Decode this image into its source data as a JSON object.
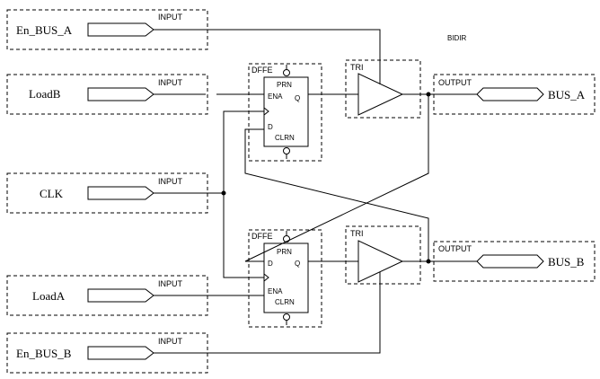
{
  "title": "BIDIR",
  "inputs": {
    "type_label": "INPUT",
    "en_bus_a": "En_BUS_A",
    "loadb": "LoadB",
    "clk": "CLK",
    "loada": "LoadA",
    "en_bus_b": "En_BUS_B"
  },
  "outputs": {
    "type_label": "OUTPUT",
    "bus_a": "BUS_A",
    "bus_b": "BUS_B"
  },
  "dffe": {
    "name": "DFFE",
    "prn": "PRN",
    "ena": "ENA",
    "q": "Q",
    "d": "D",
    "clrn": "CLRN"
  },
  "tri": {
    "name": "TRI"
  },
  "colors": {
    "line": "#000000",
    "background": "#ffffff"
  }
}
